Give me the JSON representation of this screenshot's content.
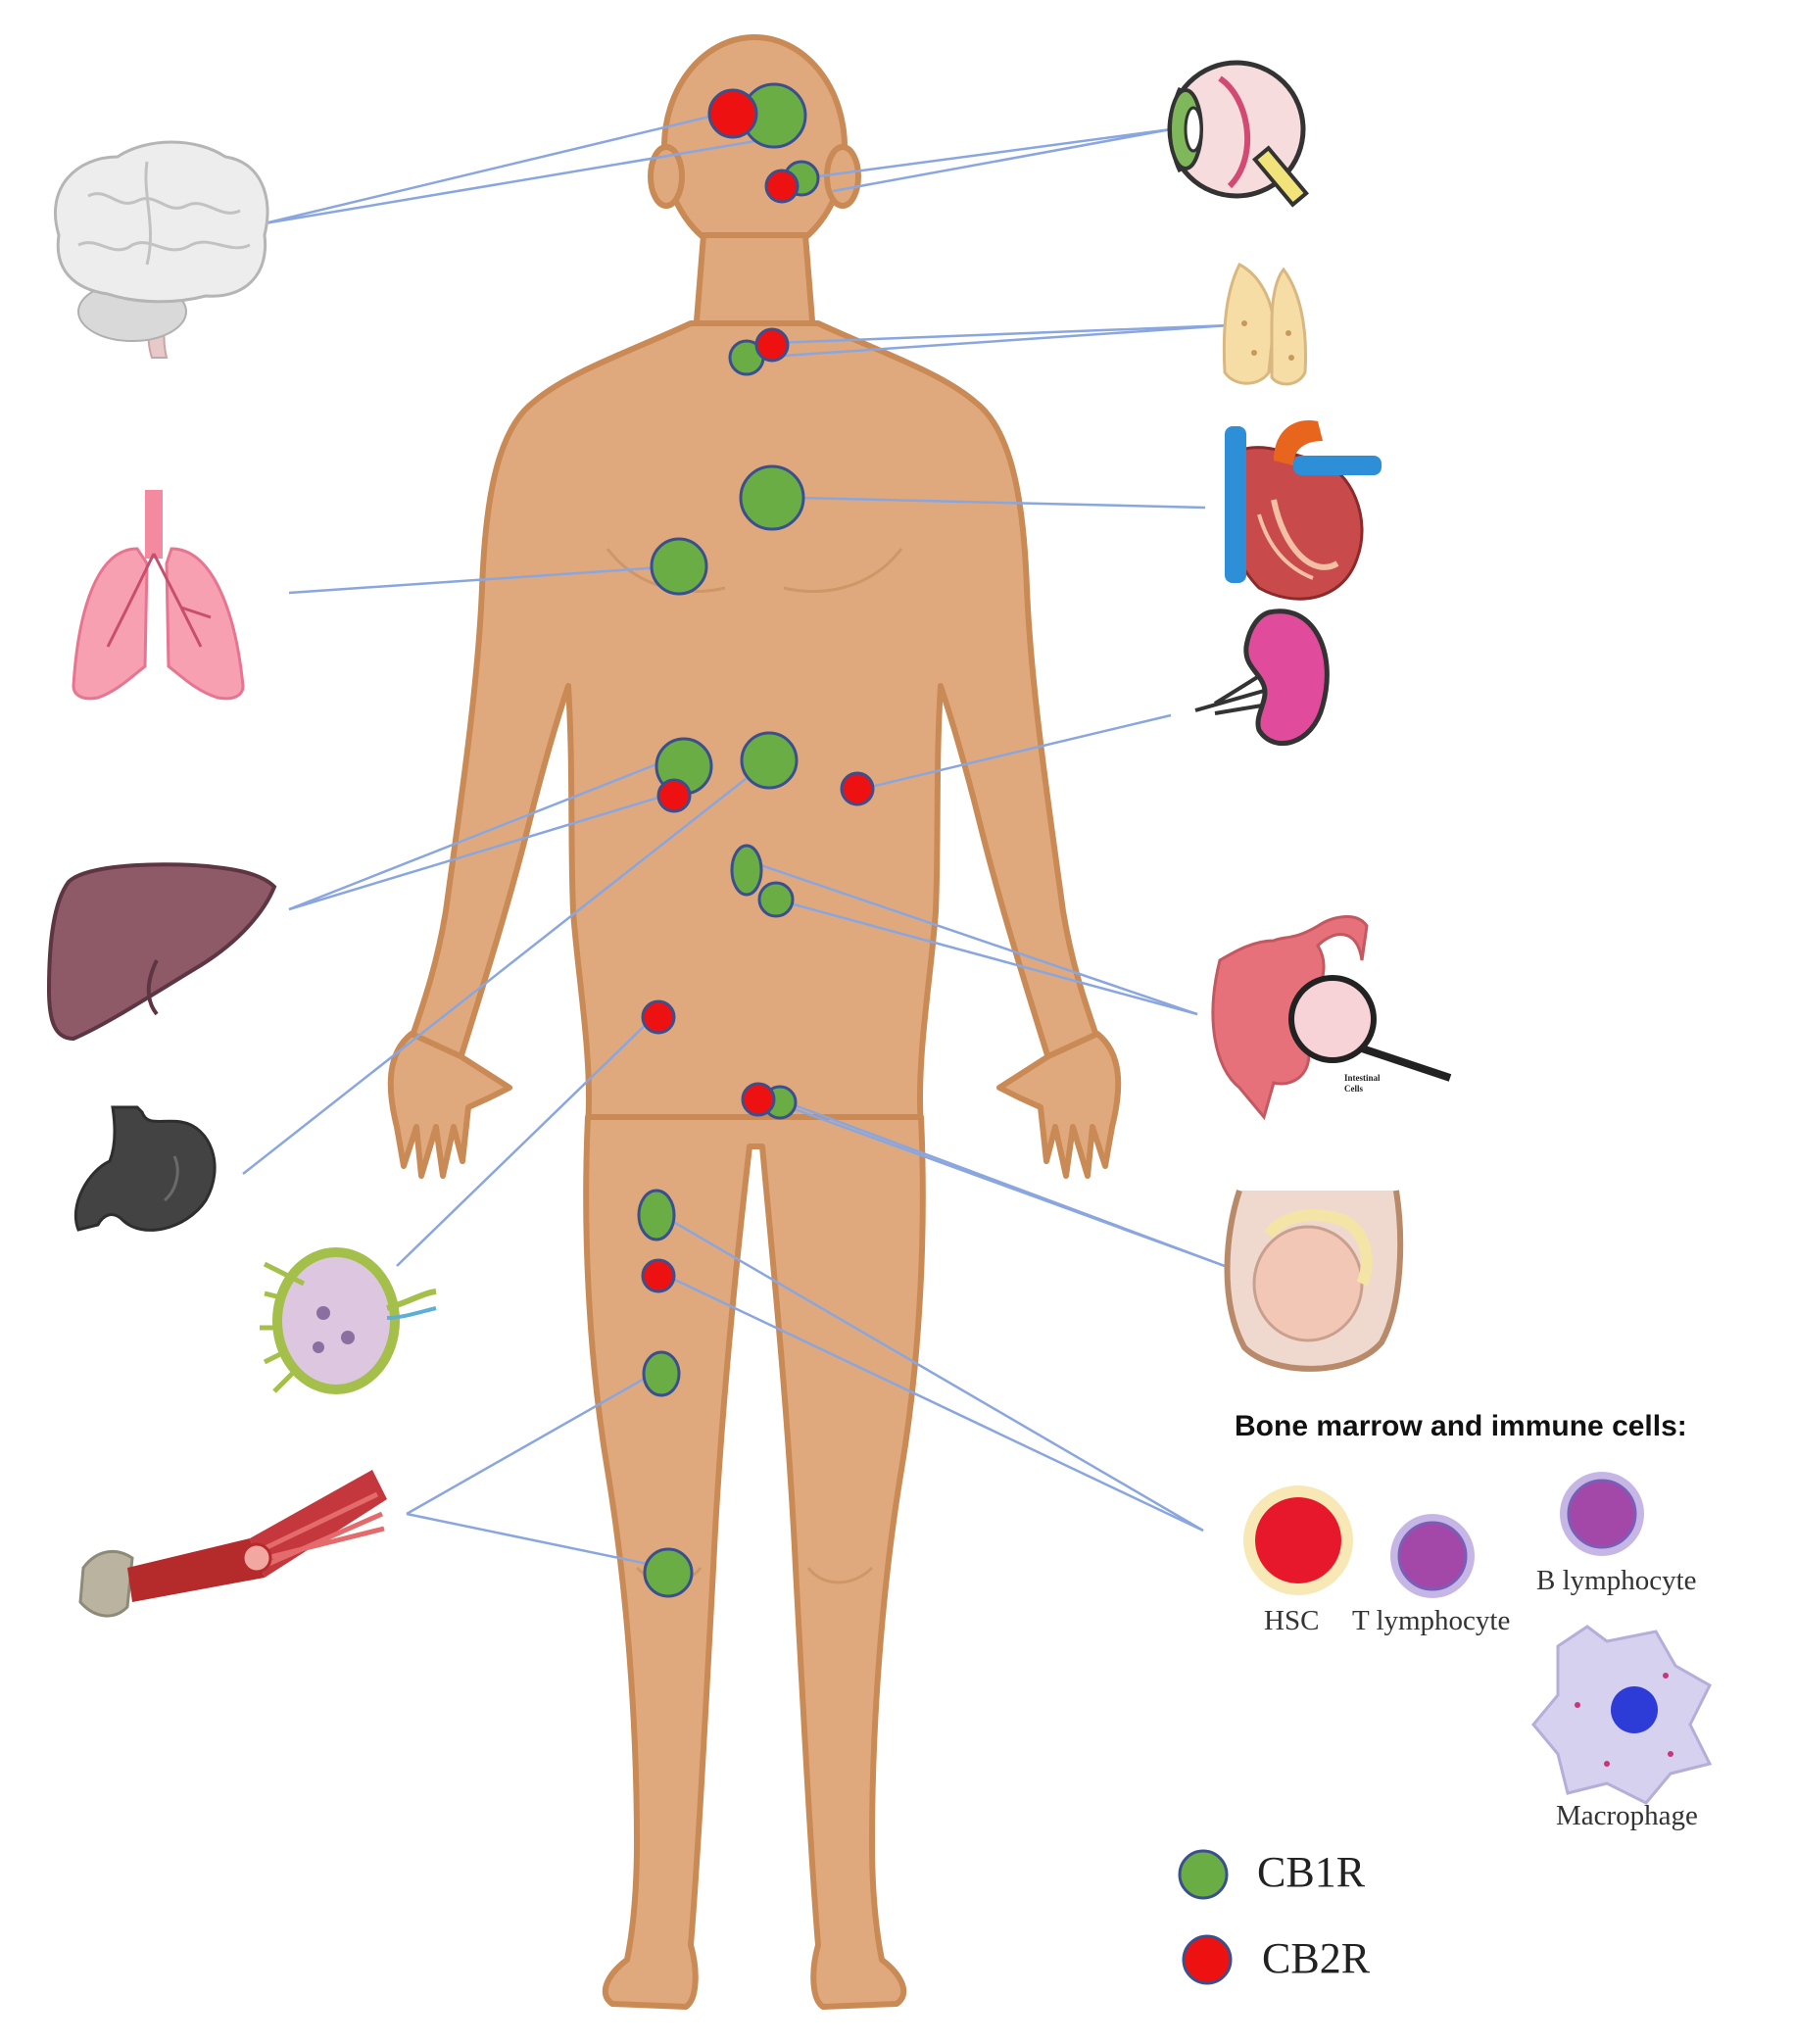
{
  "colors": {
    "cb1r": "#6aad45",
    "cb2r": "#ee1111",
    "connector": "#8aa6df",
    "skin": "#e0a97d",
    "skin_outline": "#c98a55",
    "marker_stroke": "#3a4f8e"
  },
  "organs": [
    {
      "name": "brain-icon"
    },
    {
      "name": "eye-icon"
    },
    {
      "name": "thyroid-icon"
    },
    {
      "name": "heart-icon"
    },
    {
      "name": "lungs-icon"
    },
    {
      "name": "kidney-icon"
    },
    {
      "name": "liver-icon"
    },
    {
      "name": "intestine-icon"
    },
    {
      "name": "stomach-icon"
    },
    {
      "name": "lymph-node-icon"
    },
    {
      "name": "testis-icon"
    },
    {
      "name": "muscle-bone-icon"
    }
  ],
  "intestine_label": [
    "Intestinal",
    "Cells"
  ],
  "immune": {
    "heading": "Bone marrow and immune cells:",
    "cells": [
      {
        "label": "HSC"
      },
      {
        "label": "T lymphocyte"
      },
      {
        "label": "B lymphocyte"
      },
      {
        "label": "Macrophage"
      }
    ]
  },
  "legend": {
    "cb1r": "CB1R",
    "cb2r": "CB2R"
  }
}
